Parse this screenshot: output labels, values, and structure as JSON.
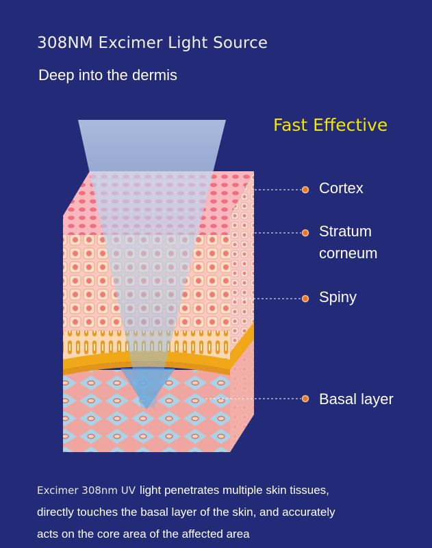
{
  "header": {
    "title": "308NM Excimer Light Source",
    "subtitle": "Deep into the dermis"
  },
  "badge": {
    "text": "Fast Effective",
    "color": "#f5e600"
  },
  "layers": {
    "cortex": "Cortex",
    "stratum_line1": "Stratum",
    "stratum_line2": "corneum",
    "spiny": "Spiny",
    "basal": "Basal layer"
  },
  "caption": {
    "emphasis": "Excimer 308nm UV",
    "line1": "light penetrates multiple skin tissues,",
    "line2": "directly touches the basal layer of the skin, and accurately",
    "line3": "acts on the core area of the affected area"
  },
  "colors": {
    "background": "#232a78",
    "marker": "#e8762a",
    "beam": "#b8d4f0"
  }
}
